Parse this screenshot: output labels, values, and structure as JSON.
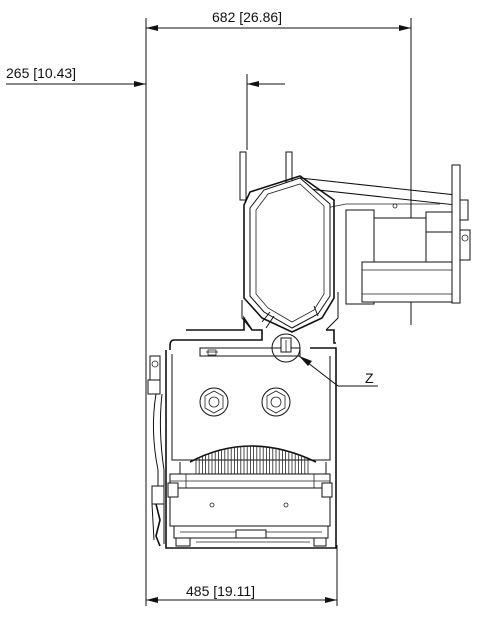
{
  "drawing": {
    "dimensions": {
      "overall_width": "682  [26.86]",
      "offset": "265  [10.43]",
      "base_width": "485  [19.11]"
    },
    "detail_label": "Z"
  }
}
